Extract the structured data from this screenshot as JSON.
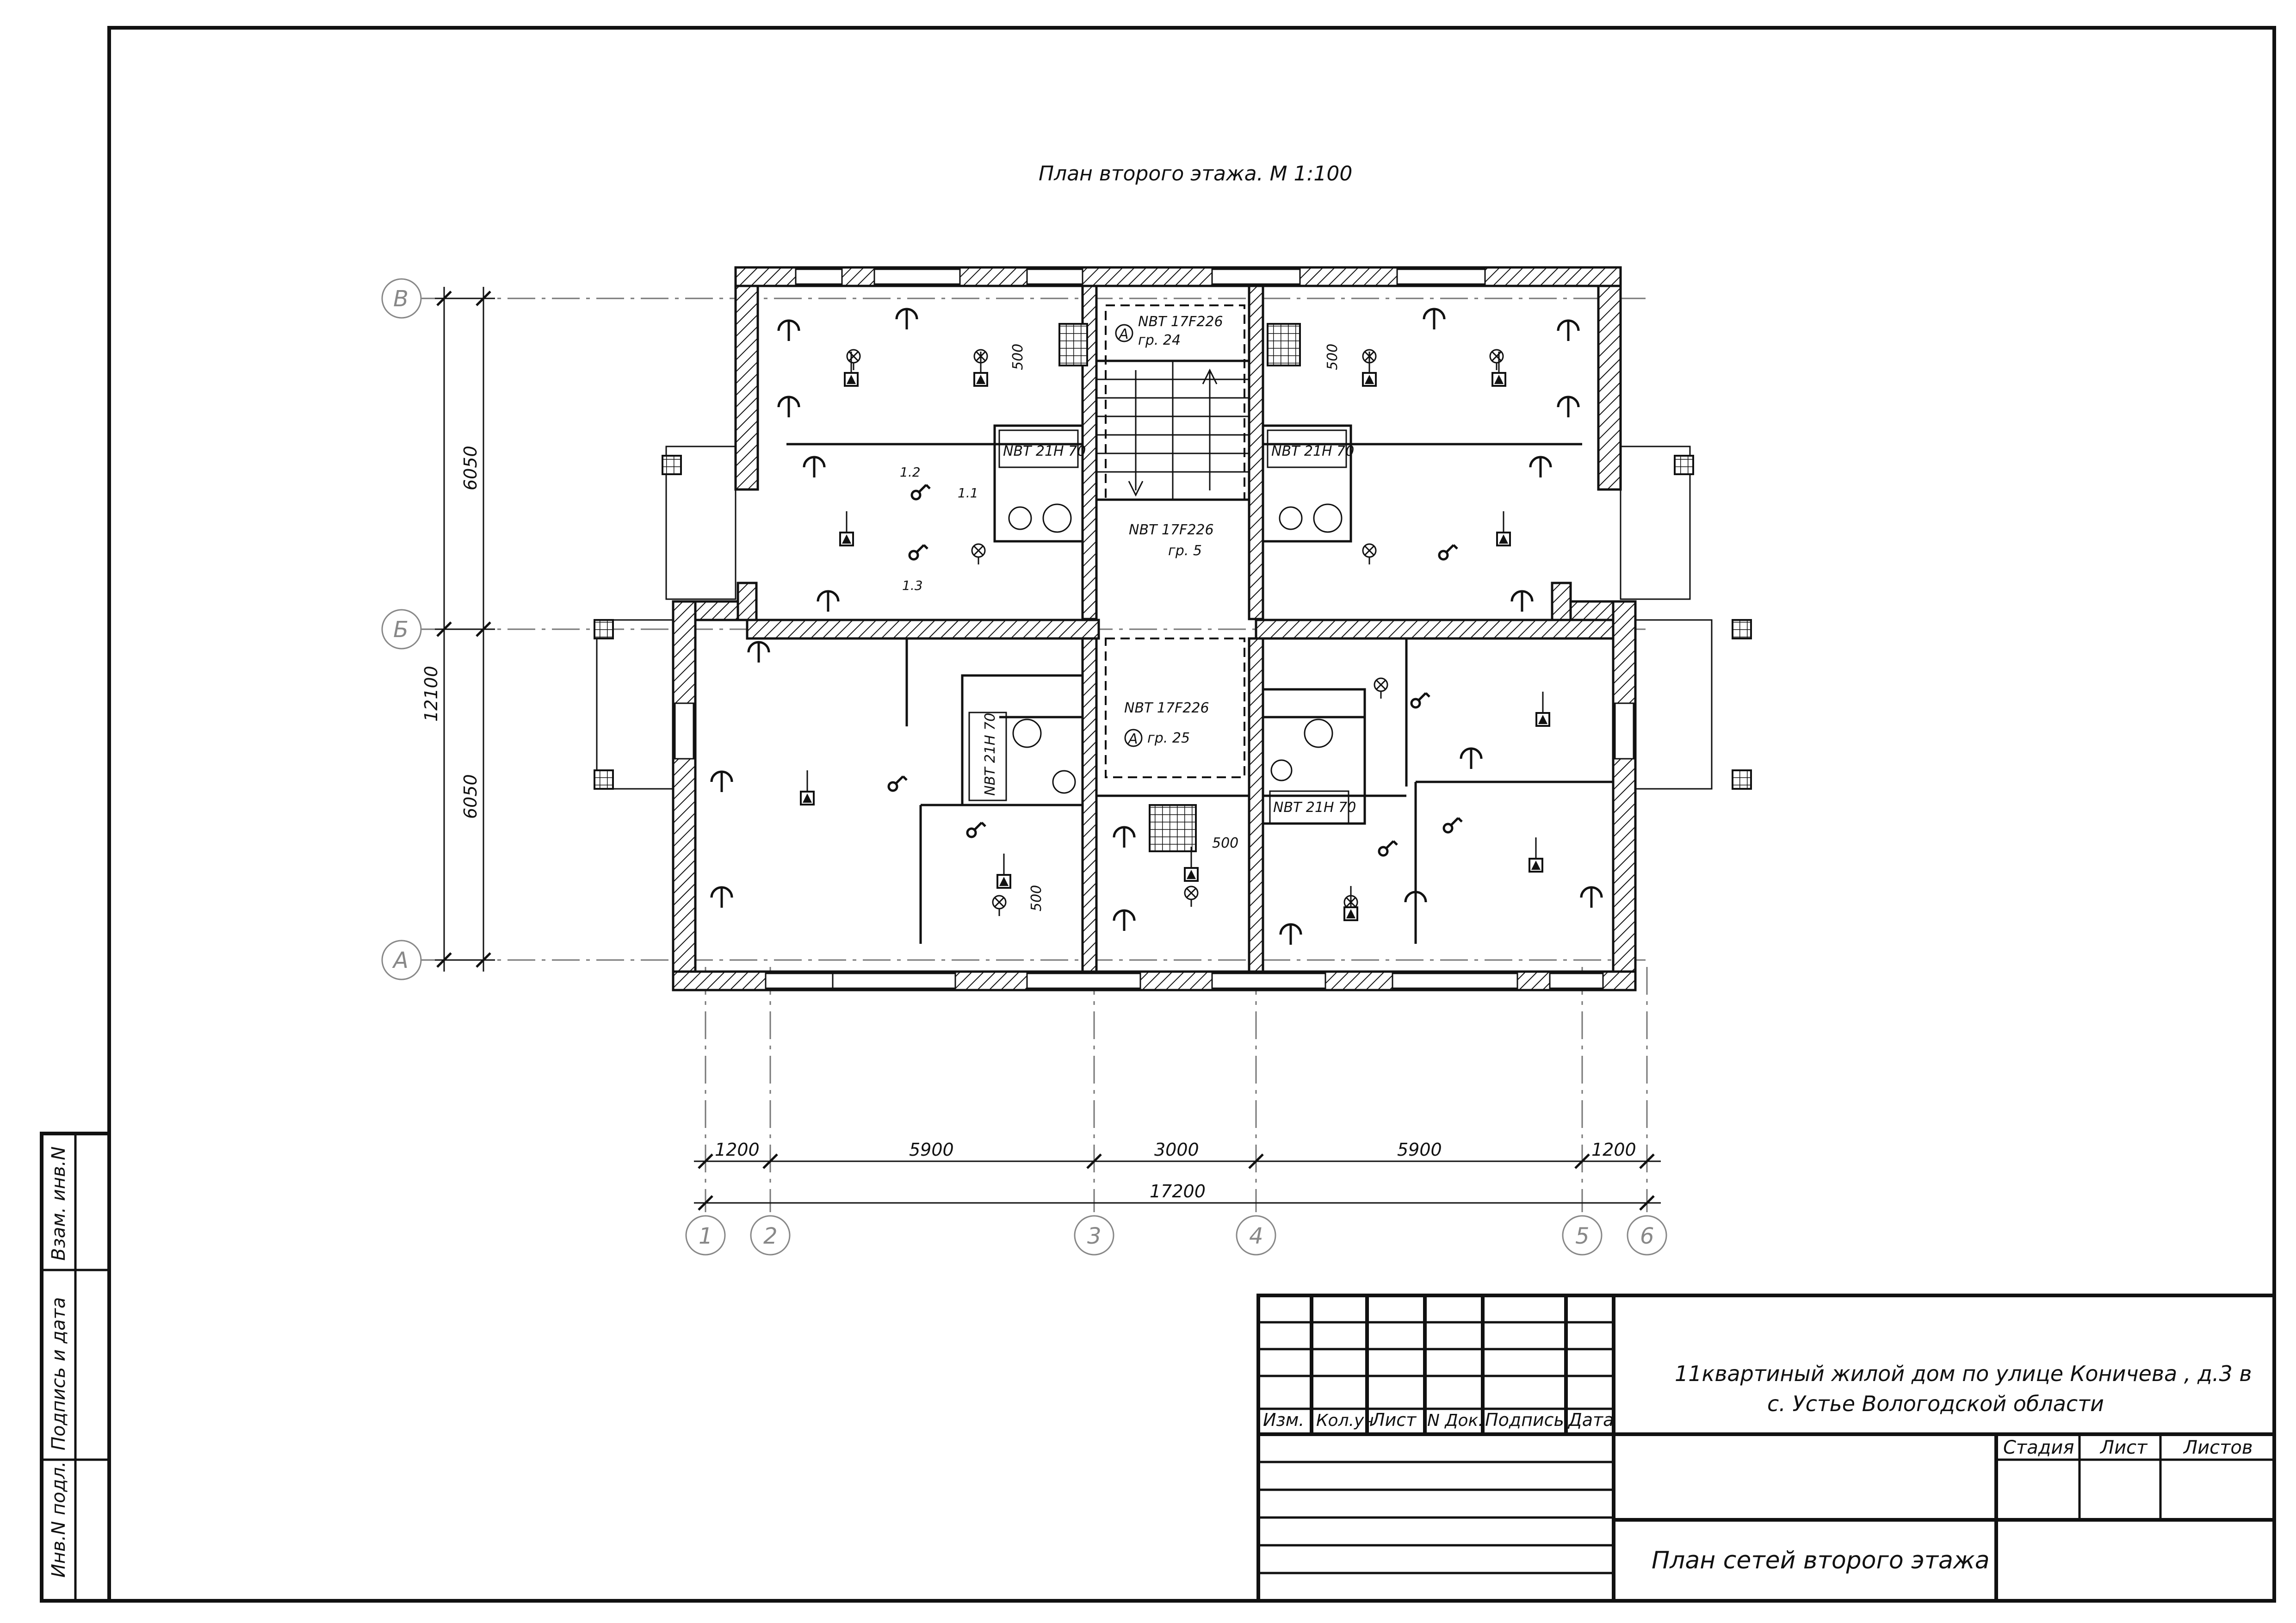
{
  "title": "План второго этажа. М 1:100",
  "panels": [
    {
      "label": "NBT 17F226",
      "group": "гр. 24",
      "marker": "A"
    },
    {
      "label": "NBT 17F226",
      "group": "гр. 5",
      "marker": ""
    },
    {
      "label": "NBT 17F226",
      "group": "гр. 25",
      "marker": "A"
    }
  ],
  "units": [
    "NBT 21H 70",
    "NBT 21H 70",
    "NBT 21H 70",
    "NBT 21H 70"
  ],
  "height_marks": [
    "500",
    "500",
    "500",
    "500"
  ],
  "circuit_labels": [
    "1.1",
    "1.2",
    "1.3"
  ],
  "row_axes": [
    "В",
    "Б",
    "А"
  ],
  "col_axes": [
    "1",
    "2",
    "3",
    "4",
    "5",
    "6"
  ],
  "dims_vertical": [
    "6050",
    "12100",
    "6050"
  ],
  "dims_horizontal": [
    "1200",
    "5900",
    "3000",
    "5900",
    "1200"
  ],
  "dim_total": "17200",
  "left_stamp": [
    "Взам. инв.N",
    "Подпись и дата",
    "Инв.N подл."
  ],
  "title_block": {
    "headers": [
      "Изм.",
      "Кол.уч",
      "Лист",
      "N Док.",
      "Подпись",
      "Дата"
    ],
    "project_line1": "11квартиный жилой дом по улице Коничева , д.3 в",
    "project_line2": "с. Устье Вологодской области",
    "stage_headers": [
      "Стадия",
      "Лист",
      "Листов"
    ],
    "sheet_title": "План сетей второго этажа"
  }
}
